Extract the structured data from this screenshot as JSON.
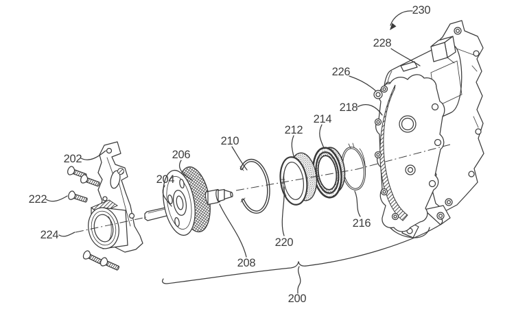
{
  "figure": {
    "kind": "patent-exploded-view-diagram",
    "labels": {
      "l200": "200",
      "l202": "202",
      "l204": "204",
      "l206": "206",
      "l208": "208",
      "l210": "210",
      "l212": "212",
      "l214": "214",
      "l216": "216",
      "l218": "218",
      "l220": "220",
      "l222": "222",
      "l224": "224",
      "l226": "226",
      "l228": "228",
      "l230": "230"
    },
    "colors": {
      "line": "#3a3a3a",
      "text": "#3c3c3c",
      "background": "#ffffff"
    }
  }
}
